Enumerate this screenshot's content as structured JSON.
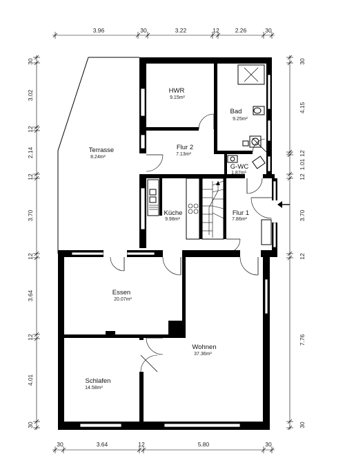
{
  "dimensions": {
    "top": [
      "3.96",
      "30",
      "3.22",
      "12",
      "2.26",
      "30"
    ],
    "bottom": [
      "30",
      "3.64",
      "12",
      "5.80",
      "30"
    ],
    "left": [
      "30",
      "3.02",
      "12",
      "2.14",
      "12",
      "3.70",
      "12",
      "3.64",
      "12",
      "4.01",
      "30"
    ],
    "right": [
      "30",
      "4.15",
      "12",
      "1.01",
      "12",
      "3.70",
      "12",
      "7.76",
      "30"
    ]
  },
  "rooms": {
    "hwr": {
      "name": "HWR",
      "area": "9.15m²"
    },
    "bad": {
      "name": "Bad",
      "area": "9.25m²"
    },
    "terrasse": {
      "name": "Terrasse",
      "area": "8.24m²"
    },
    "flur2": {
      "name": "Flur 2",
      "area": "7.13m²"
    },
    "gwc": {
      "name": "G-WC",
      "area": "1.87m²"
    },
    "kueche": {
      "name": "Küche",
      "area": "9.98m²"
    },
    "flur1": {
      "name": "Flur 1",
      "area": "7.86m²"
    },
    "essen": {
      "name": "Essen",
      "area": "20.07m²"
    },
    "wohnen": {
      "name": "Wohnen",
      "area": "37.36m²"
    },
    "schlafen": {
      "name": "Schlafen",
      "area": "14.58m²"
    }
  },
  "icons": {
    "entrance": "entrance-arrow-icon",
    "stairs": "staircase-icon",
    "shower": "shower-icon",
    "toilet": "toilet-icon",
    "sink": "sink-icon",
    "stove": "stove-icon"
  }
}
